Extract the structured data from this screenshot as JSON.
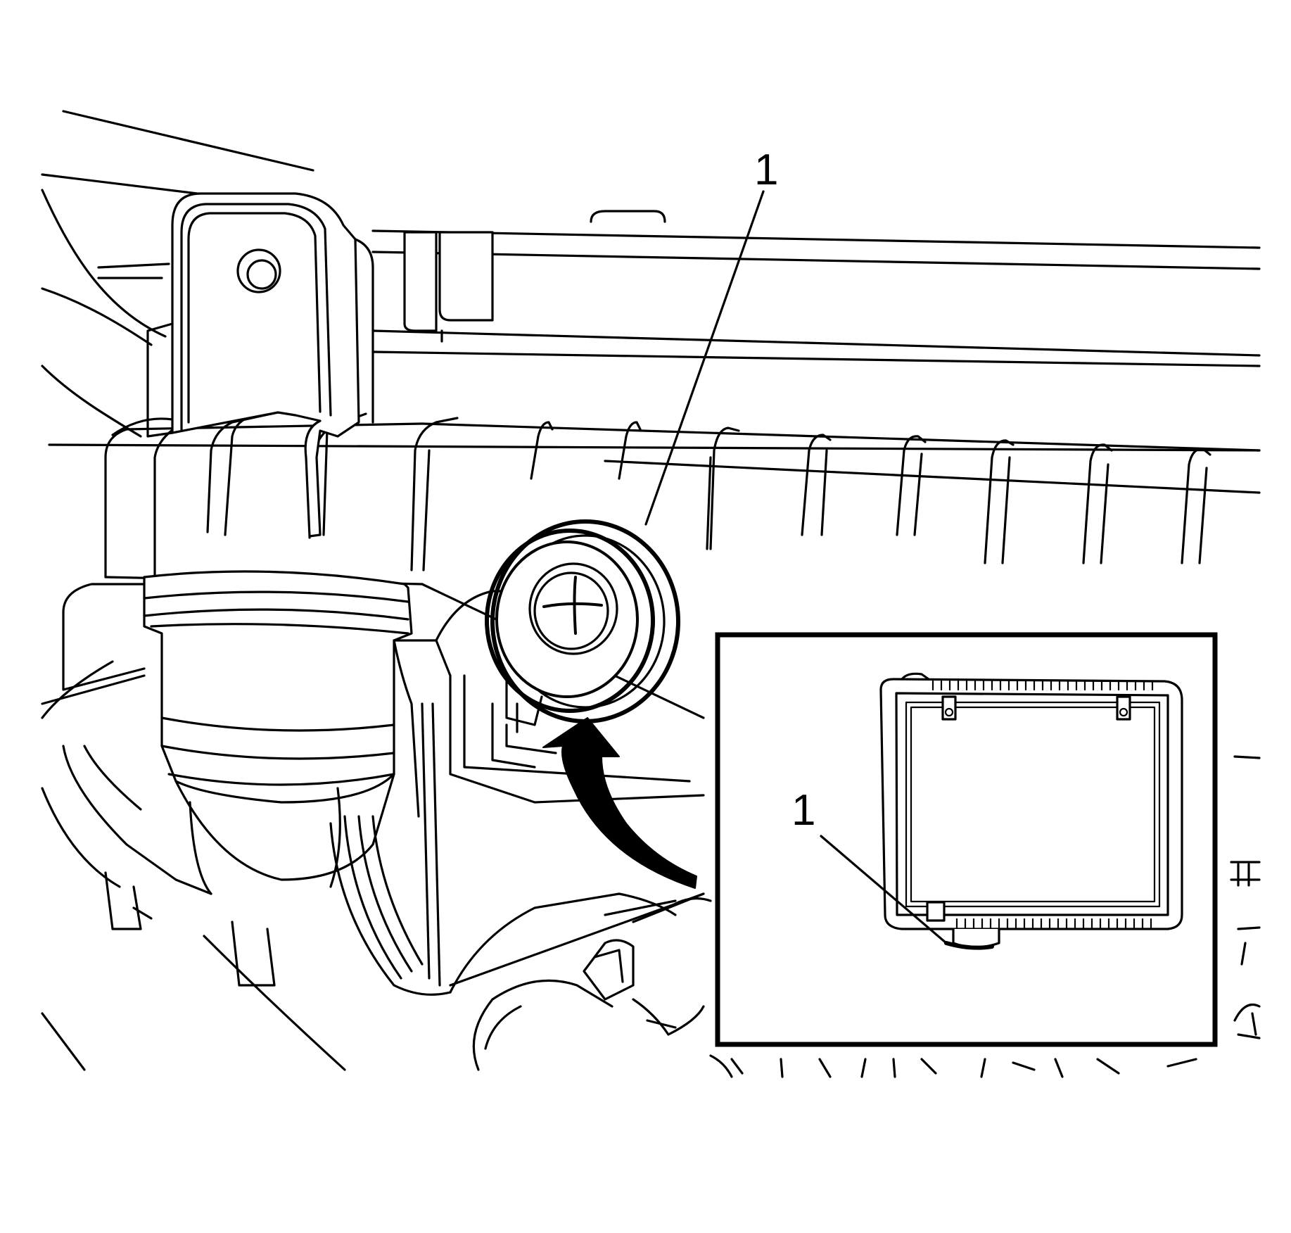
{
  "callouts": [
    {
      "id": "main",
      "label": "1"
    },
    {
      "id": "inset",
      "label": "1"
    }
  ],
  "colors": {
    "line": "#000000",
    "background": "#ffffff"
  },
  "icons": [
    "curved-arrow-icon",
    "screw-icon"
  ]
}
